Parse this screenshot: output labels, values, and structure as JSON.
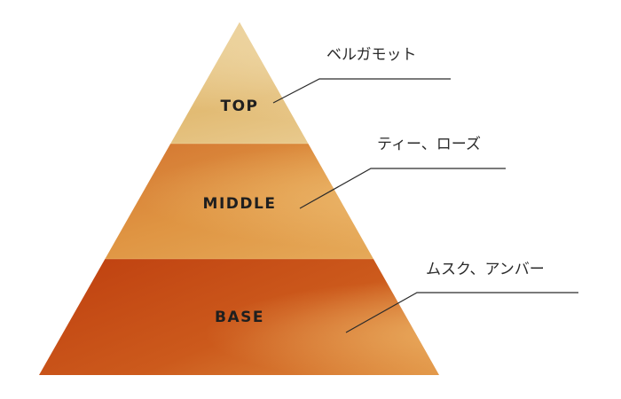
{
  "pyramid": {
    "tiers": [
      {
        "label": "TOP",
        "note": "ベルガモット"
      },
      {
        "label": "MIDDLE",
        "note": "ティー、ローズ"
      },
      {
        "label": "BASE",
        "note": "ムスク、アンバー"
      }
    ]
  },
  "colors": {
    "top": "#e6c47e",
    "middle": "#dc8a3c",
    "base": "#c9531a",
    "leader_line": "#2b2b2b",
    "text": "#1f1f1f"
  }
}
